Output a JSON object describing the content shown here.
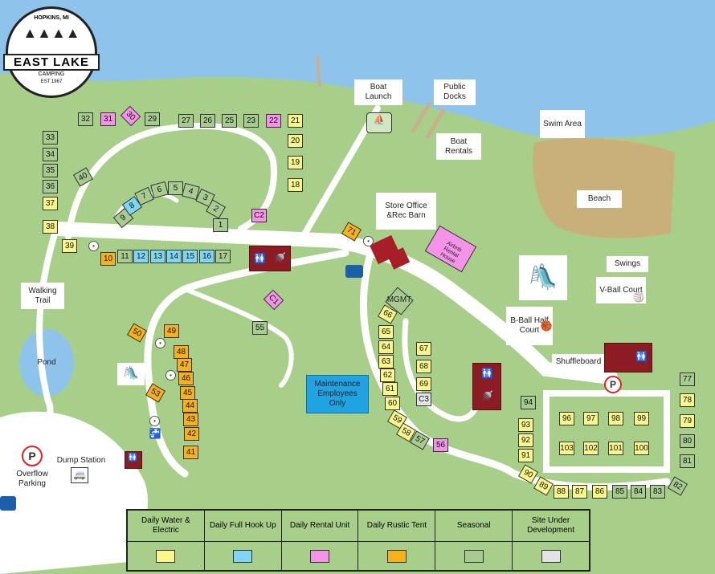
{
  "logo": {
    "top": "HOPKINS, MI",
    "name": "EAST LAKE",
    "sub": "CAMPING",
    "est": "EST 1967"
  },
  "labels": {
    "boat_launch": "Boat Launch",
    "public_docks": "Public Docks",
    "boat_rentals": "Boat Rentals",
    "swim_area": "Swim Area",
    "beach": "Beach",
    "store": "Store Office &Rec Barn",
    "airbnb": "Airbnb Rental House",
    "swings": "Swings",
    "vball": "V-Ball Court",
    "bball": "B-Ball Half Court",
    "shuffleboard": "Shuffleboard",
    "walking_trail": "Walking Trail",
    "pond": "Pond",
    "maintenance": "Maintenance Employees Only",
    "mgmt": "MGMT",
    "dump_station": "Dump Station",
    "overflow": "Overflow Parking",
    "parking": "P"
  },
  "sites": [
    {
      "id": "32",
      "t": "g"
    },
    {
      "id": "31",
      "t": "p"
    },
    {
      "id": "30",
      "t": "p"
    },
    {
      "id": "29",
      "t": "g"
    },
    {
      "id": "27",
      "t": "g"
    },
    {
      "id": "26",
      "t": "g"
    },
    {
      "id": "25",
      "t": "g"
    },
    {
      "id": "23",
      "t": "g"
    },
    {
      "id": "22",
      "t": "p"
    },
    {
      "id": "21",
      "t": "y"
    },
    {
      "id": "20",
      "t": "y"
    },
    {
      "id": "19",
      "t": "y"
    },
    {
      "id": "18",
      "t": "y"
    },
    {
      "id": "33",
      "t": "g"
    },
    {
      "id": "34",
      "t": "g"
    },
    {
      "id": "35",
      "t": "g"
    },
    {
      "id": "36",
      "t": "g"
    },
    {
      "id": "37",
      "t": "y"
    },
    {
      "id": "38",
      "t": "y"
    },
    {
      "id": "39",
      "t": "y"
    },
    {
      "id": "40",
      "t": "g"
    },
    {
      "id": "9",
      "t": "g"
    },
    {
      "id": "8",
      "t": "b"
    },
    {
      "id": "7",
      "t": "g"
    },
    {
      "id": "6",
      "t": "g"
    },
    {
      "id": "5",
      "t": "g"
    },
    {
      "id": "4",
      "t": "g"
    },
    {
      "id": "3",
      "t": "g"
    },
    {
      "id": "2",
      "t": "g"
    },
    {
      "id": "1",
      "t": "g"
    },
    {
      "id": "C2",
      "t": "p"
    },
    {
      "id": "10",
      "t": "o"
    },
    {
      "id": "11",
      "t": "g"
    },
    {
      "id": "12",
      "t": "b"
    },
    {
      "id": "13",
      "t": "b"
    },
    {
      "id": "14",
      "t": "b"
    },
    {
      "id": "15",
      "t": "b"
    },
    {
      "id": "16",
      "t": "b"
    },
    {
      "id": "17",
      "t": "g"
    },
    {
      "id": "71",
      "t": "o"
    },
    {
      "id": "C1",
      "t": "p"
    },
    {
      "id": "55",
      "t": "g"
    },
    {
      "id": "50",
      "t": "o"
    },
    {
      "id": "49",
      "t": "o"
    },
    {
      "id": "48",
      "t": "o"
    },
    {
      "id": "47",
      "t": "o"
    },
    {
      "id": "46",
      "t": "o"
    },
    {
      "id": "45",
      "t": "o"
    },
    {
      "id": "44",
      "t": "o"
    },
    {
      "id": "53",
      "t": "o"
    },
    {
      "id": "43",
      "t": "o"
    },
    {
      "id": "42",
      "t": "o"
    },
    {
      "id": "41",
      "t": "o"
    },
    {
      "id": "66",
      "t": "y"
    },
    {
      "id": "65",
      "t": "y"
    },
    {
      "id": "64",
      "t": "y"
    },
    {
      "id": "63",
      "t": "y"
    },
    {
      "id": "62",
      "t": "y"
    },
    {
      "id": "61",
      "t": "y"
    },
    {
      "id": "60",
      "t": "y"
    },
    {
      "id": "59",
      "t": "y"
    },
    {
      "id": "58",
      "t": "y"
    },
    {
      "id": "57",
      "t": "g"
    },
    {
      "id": "56",
      "t": "p"
    },
    {
      "id": "67",
      "t": "y"
    },
    {
      "id": "68",
      "t": "y"
    },
    {
      "id": "69",
      "t": "y"
    },
    {
      "id": "C3",
      "t": "w"
    },
    {
      "id": "94",
      "t": "g"
    },
    {
      "id": "93",
      "t": "y"
    },
    {
      "id": "92",
      "t": "y"
    },
    {
      "id": "91",
      "t": "y"
    },
    {
      "id": "90",
      "t": "y"
    },
    {
      "id": "89",
      "t": "y"
    },
    {
      "id": "88",
      "t": "y"
    },
    {
      "id": "87",
      "t": "y"
    },
    {
      "id": "86",
      "t": "y"
    },
    {
      "id": "85",
      "t": "g"
    },
    {
      "id": "84",
      "t": "g"
    },
    {
      "id": "83",
      "t": "g"
    },
    {
      "id": "82",
      "t": "g"
    },
    {
      "id": "96",
      "t": "y"
    },
    {
      "id": "97",
      "t": "y"
    },
    {
      "id": "98",
      "t": "y"
    },
    {
      "id": "99",
      "t": "y"
    },
    {
      "id": "103",
      "t": "y"
    },
    {
      "id": "102",
      "t": "y"
    },
    {
      "id": "101",
      "t": "y"
    },
    {
      "id": "100",
      "t": "y"
    },
    {
      "id": "77",
      "t": "g"
    },
    {
      "id": "78",
      "t": "y"
    },
    {
      "id": "79",
      "t": "y"
    },
    {
      "id": "80",
      "t": "g"
    },
    {
      "id": "81",
      "t": "g"
    }
  ],
  "legend": [
    {
      "label": "Daily Water & Electric",
      "color": "#fbf68a"
    },
    {
      "label": "Daily Full Hook Up",
      "color": "#7ed6f3"
    },
    {
      "label": "Daily Rental Unit",
      "color": "#f593e8"
    },
    {
      "label": "Daily Rustic Tent",
      "color": "#f7b11a"
    },
    {
      "label": "Seasonal",
      "color": "#a8cc90"
    },
    {
      "label": "Site Under Development",
      "color": "#e3e3e3"
    }
  ],
  "colors": {
    "lake": "#8ec4ec",
    "grass": "#a8cf8a",
    "road": "#ffffff",
    "beach": "#c9b07a",
    "building": "#8c1b24"
  }
}
